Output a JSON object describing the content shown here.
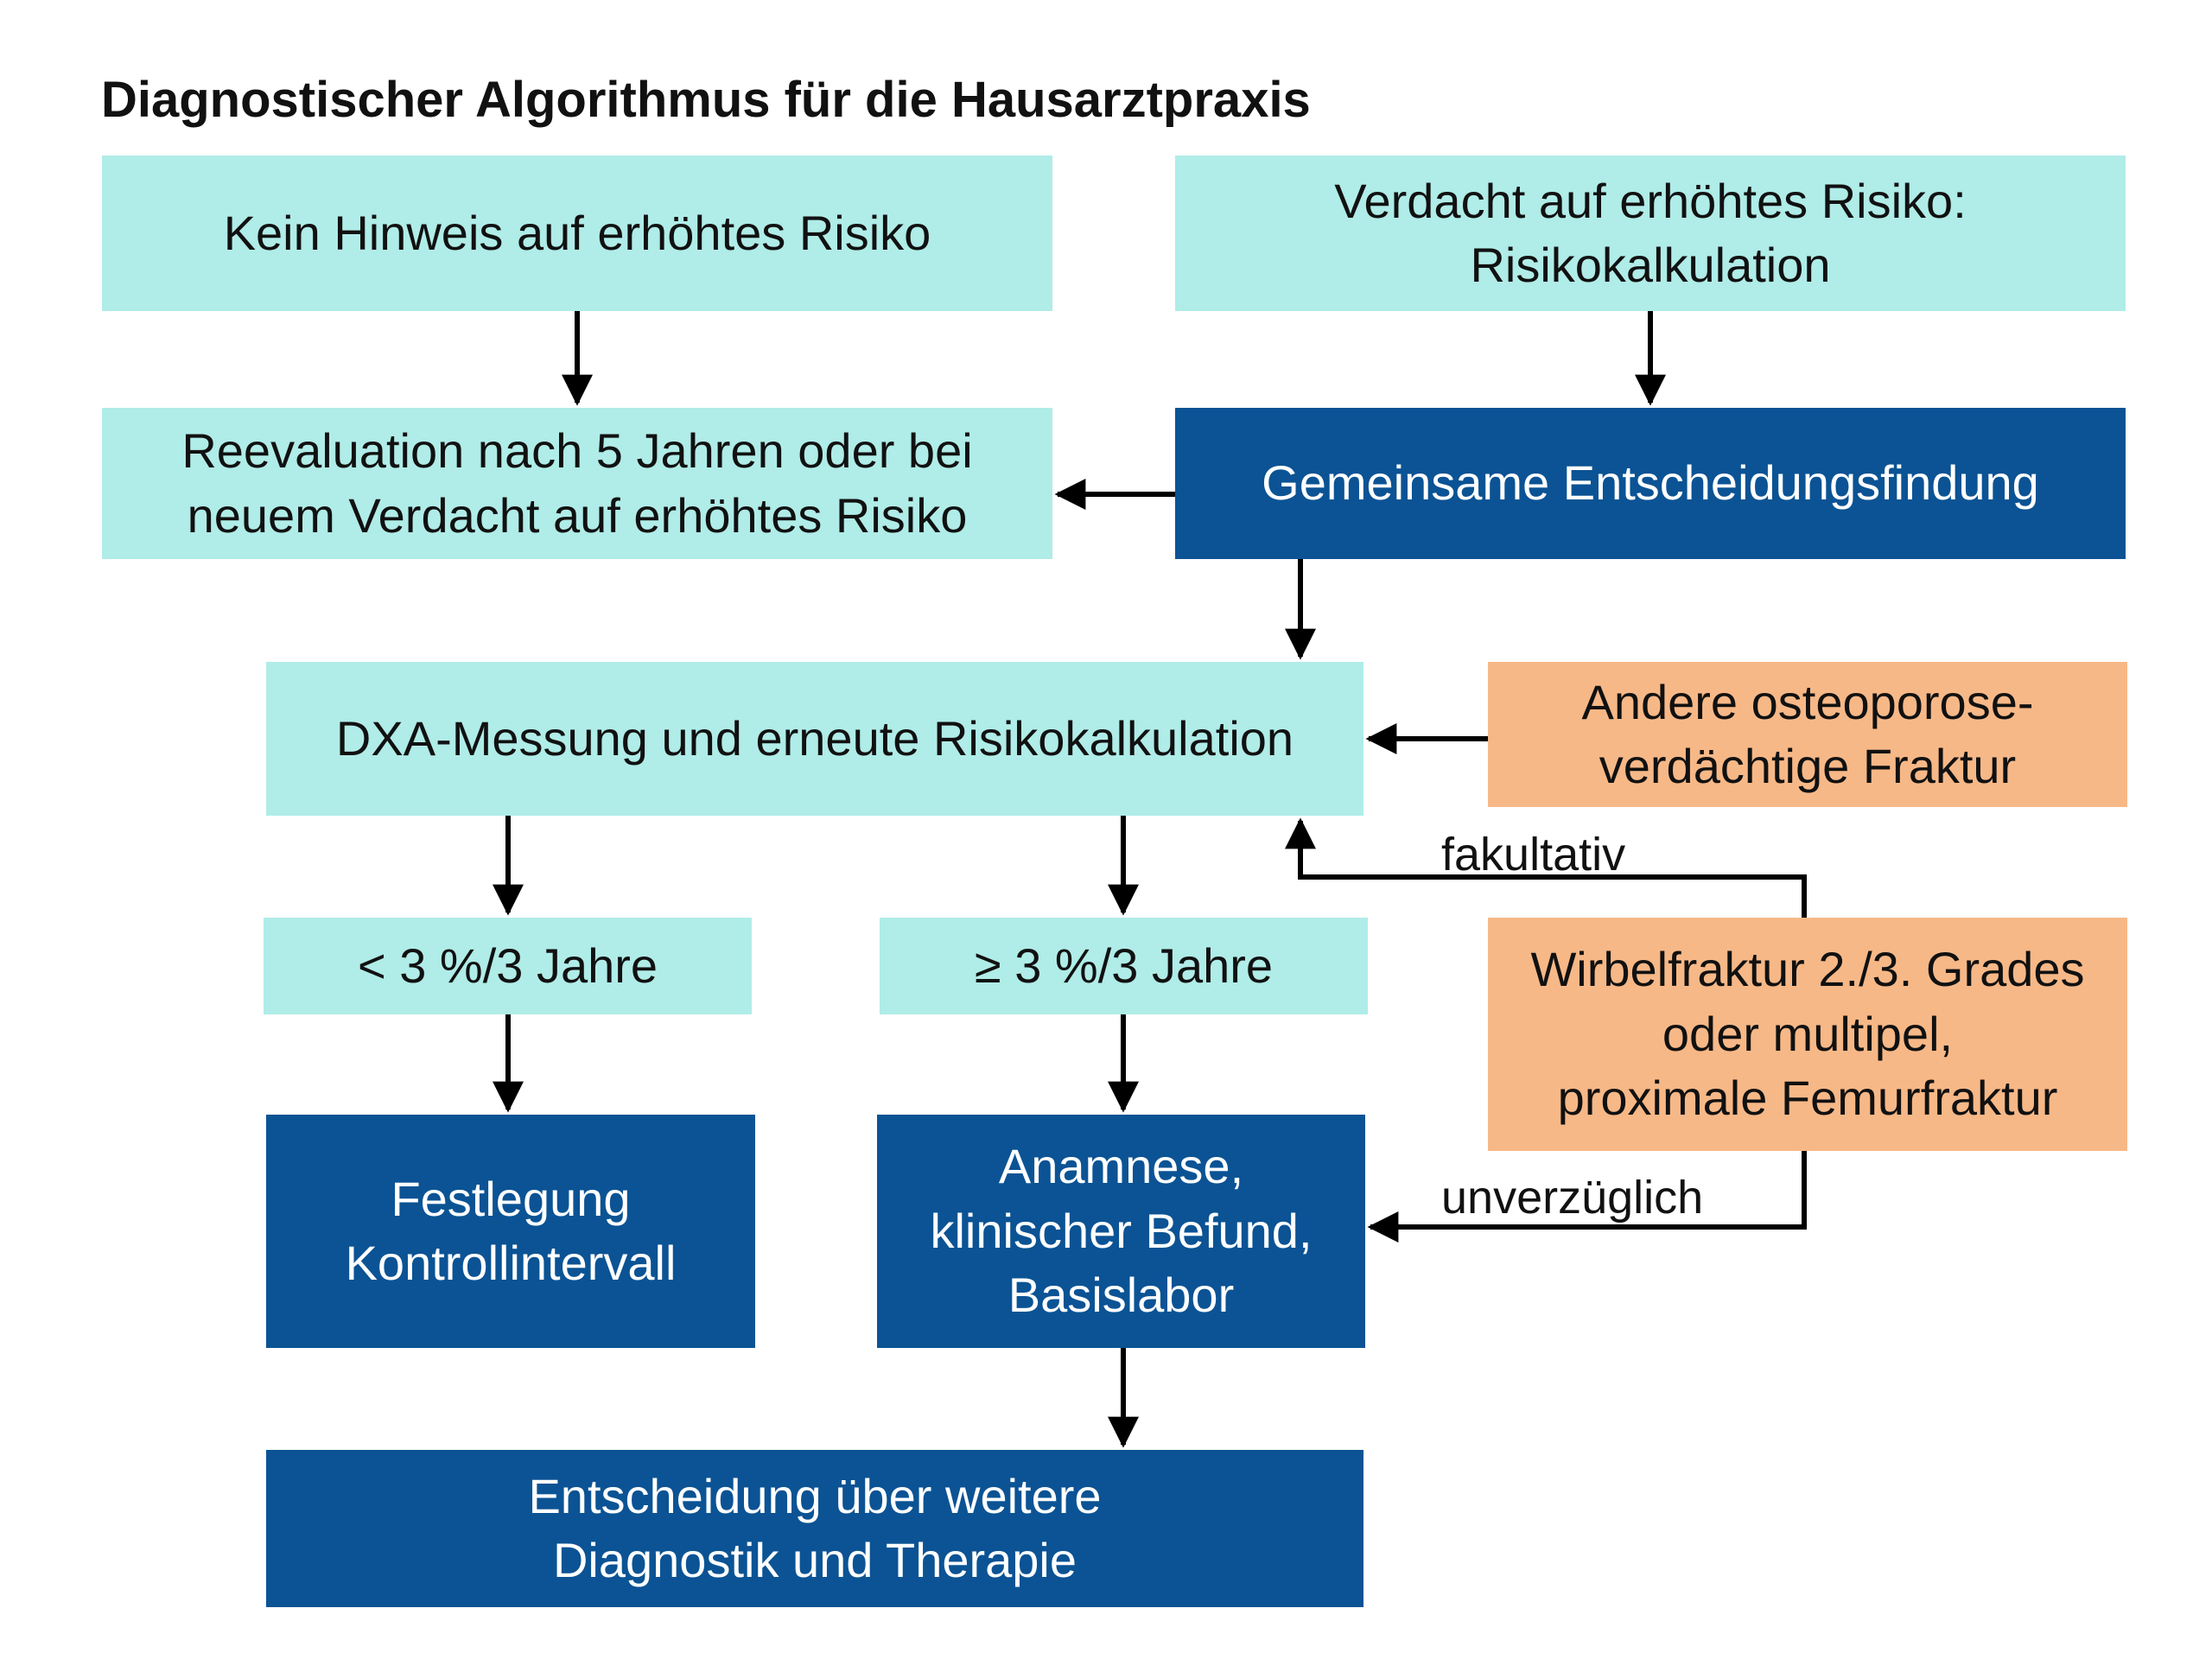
{
  "title": "Diagnostischer Algorithmus für die Hausarztpraxis",
  "colors": {
    "light": "#b0ece8",
    "dark": "#0b5394",
    "orange": "#f7b887",
    "line": "#000000"
  },
  "nodes": {
    "no_risk": {
      "lines": [
        "Kein Hinweis auf erhöhtes Risiko"
      ]
    },
    "suspected_risk": {
      "lines": [
        "Verdacht auf erhöhtes Risiko:",
        "Risikokalkulation"
      ]
    },
    "reevaluation": {
      "lines": [
        "Reevaluation nach 5 Jahren oder bei",
        "neuem Verdacht auf erhöhtes Risiko"
      ]
    },
    "shared_decision": {
      "lines": [
        "Gemeinsame Entscheidungsfindung"
      ]
    },
    "dxa": {
      "lines": [
        "DXA-Messung und erneute Risikokalkulation"
      ]
    },
    "other_fracture": {
      "lines": [
        "Andere osteoporose-",
        "verdächtige Fraktur"
      ]
    },
    "low_risk": {
      "lines": [
        "< 3 %/3 Jahre"
      ]
    },
    "high_risk": {
      "lines": [
        "≥ 3 %/3 Jahre"
      ]
    },
    "vertebral_fracture": {
      "lines": [
        "Wirbelfraktur 2./3. Grades",
        "oder multipel,",
        "proximale Femurfraktur"
      ]
    },
    "control_interval": {
      "lines": [
        "Festlegung",
        "Kontrollintervall"
      ]
    },
    "anamnesis": {
      "lines": [
        "Anamnese,",
        "klinischer Befund,",
        "Basislabor"
      ]
    },
    "decision": {
      "lines": [
        "Entscheidung über weitere",
        "Diagnostik und Therapie"
      ]
    }
  },
  "edge_labels": {
    "optional": "fakultativ",
    "immediate": "unverzüglich"
  }
}
